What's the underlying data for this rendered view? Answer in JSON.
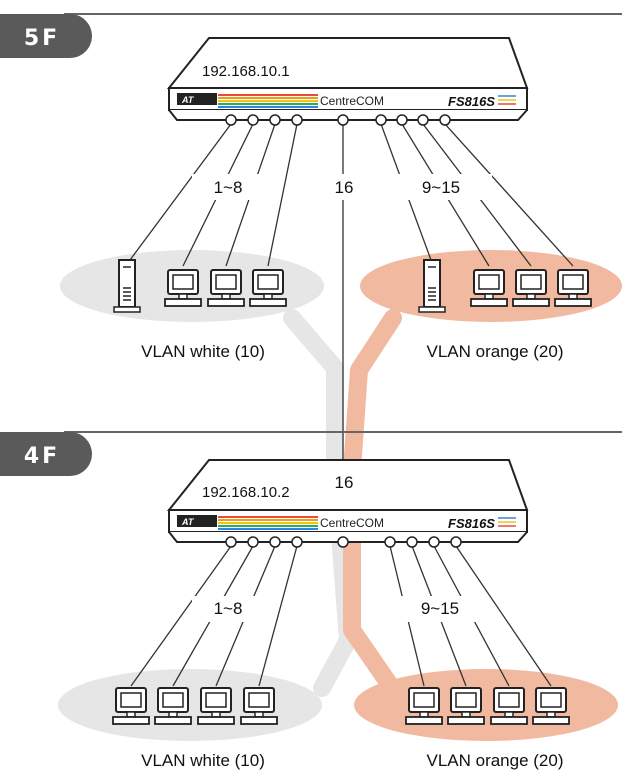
{
  "floors": [
    {
      "floor_label": "5F",
      "switch": {
        "ip": "192.168.10.1",
        "brand": "CentreCOM",
        "model": "FS816S",
        "logo": "AT"
      },
      "port_labels": {
        "white": "1~8",
        "trunk": "16",
        "orange": "9~15"
      },
      "vlans": {
        "white": {
          "label": "VLAN white (10)"
        },
        "orange": {
          "label": "VLAN orange (20)"
        }
      }
    },
    {
      "floor_label": "4F",
      "switch": {
        "ip": "192.168.10.2",
        "brand": "CentreCOM",
        "model": "FS816S",
        "logo": "AT"
      },
      "port_labels": {
        "white": "1~8",
        "trunk": "16",
        "orange": "9~15"
      },
      "vlans": {
        "white": {
          "label": "VLAN white (10)"
        },
        "orange": {
          "label": "VLAN orange (20)"
        }
      }
    }
  ],
  "colors": {
    "white_vlan": "#e6e6e6",
    "orange_vlan": "#f2b9a1",
    "floor_badge": "#5a5a5a",
    "line": "#333333"
  }
}
